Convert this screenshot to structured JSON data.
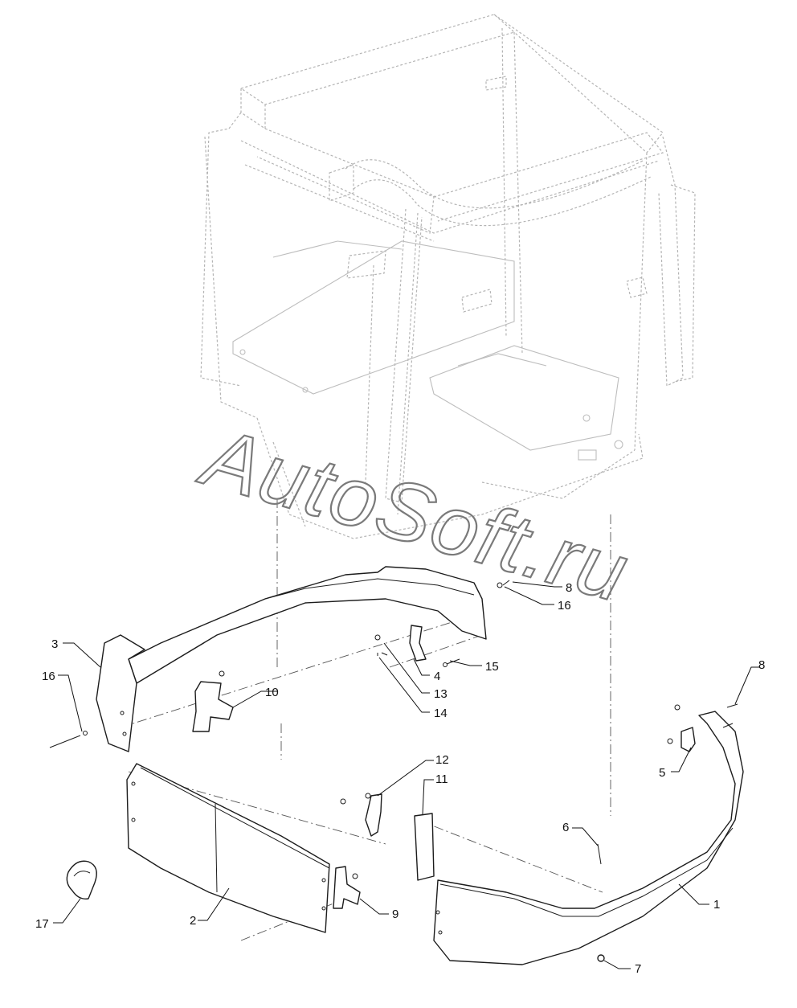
{
  "watermark": "AutoSoft.ru",
  "callouts": {
    "c1": "1",
    "c2": "2",
    "c3": "3",
    "c4": "4",
    "c5": "5",
    "c6": "6",
    "c7": "7",
    "c8a": "8",
    "c8b": "8",
    "c9": "9",
    "c10": "10",
    "c11": "11",
    "c12": "12",
    "c13": "13",
    "c14": "14",
    "c15": "15",
    "c16a": "16",
    "c16b": "16",
    "c17": "17"
  },
  "colors": {
    "ghost_line": "#b4b4b4",
    "part_line": "#1c1c1c",
    "watermark": "#7a7a7a"
  }
}
